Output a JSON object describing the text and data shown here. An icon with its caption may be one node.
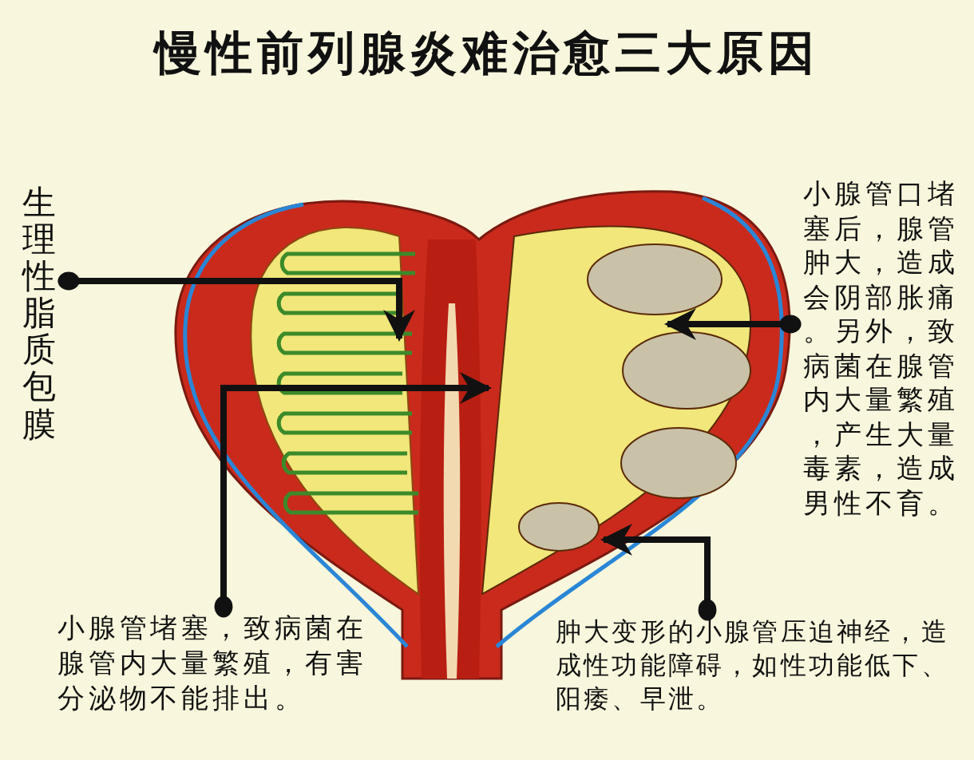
{
  "diagram": {
    "title": "慢性前列腺炎难治愈三大原因",
    "nodes": [
      {
        "text": [
          "生理性脂质包膜"
        ]
      },
      {
        "text": [
          "小腺管口堵塞后，腺管肿大，造成会阴部胀痛。另外，致病菌在腺管内大量繁殖，产生大量毒素，造成男性不育。"
        ]
      },
      {
        "text": [
          "小腺管堵塞，致病菌在腺管内大量繁殖，有害分泌物不能排出。"
        ]
      },
      {
        "text": [
          "肿大变形的小腺管压迫神经，造成性功能障碍，如性功能低下、阳痿、早泄。"
        ]
      }
    ],
    "edges": [
      {
        "from": 0,
        "to": null,
        "arrow": "to"
      },
      {
        "from": 1,
        "to": null,
        "arrow": "to"
      },
      {
        "from": 2,
        "to": null,
        "arrow": "to"
      },
      {
        "from": 3,
        "to": null,
        "arrow": "to"
      }
    ]
  }
}
